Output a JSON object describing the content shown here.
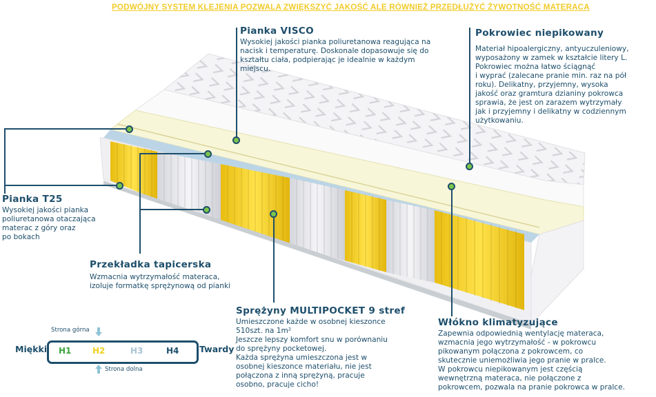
{
  "banner": "PODWÓJNY SYSTEM KLEJENIA POZWALA ZWIĘKSZYĆ JAKOŚĆ ALE RÓWNIEŻ PRZEDŁUŻYĆ ŻYWOTNOŚĆ MATERACA",
  "colors": {
    "text": "#1d4e6b",
    "banner": "#f2cb2a",
    "dot": "#7cc44b",
    "spring_yellow": "#f1cf1e",
    "spring_white": "#e6e6ea",
    "h1": "#3aa33a",
    "h2": "#f1cf1e",
    "h3": "#a9c3d2",
    "h4": "#1d4e6b"
  },
  "features": {
    "visco": {
      "title": "Pianka VISCO",
      "text": "Wysokiej jakości pianka poliuretanowa reagująca na\nnacisk i temperaturę. Doskonale dopasowuje się do\nkształtu ciała, podpierając je idealnie w każdym\nmiejscu."
    },
    "cover": {
      "title": "Pokrowiec niepikowany",
      "text": "Materiał hipoalergiczny, antyuczuleniowy,\nwyposażony w zamek w kształcie litery L.\nPokrowiec można łatwo ściągnąć\ni wyprać (zalecane pranie min. raz na pół\nroku). Delikatny, przyjemny, wysoka\njakość oraz gramtura dzianiny pokrowca\nsprawia, że jest on zarazem wytrzymały\njak i przyjemny i delikatny w codziennym\nużytkowaniu."
    },
    "t25": {
      "title": "Pianka T25",
      "text": "Wysokiej jakości pianka\npoliuretanowa otaczająca\nmaterac z góry oraz\npo bokach"
    },
    "padding": {
      "title": "Przekładka tapicerska",
      "text": "Wzmacnia wytrzymałość materaca,\nizoluje formatkę sprężynową od pianki"
    },
    "springs": {
      "title": "Sprężyny MULTIPOCKET 9 stref",
      "text": "Umieszczone każde w osobnej kieszonce\n510szt. na 1m²\nJeszcze lepszy komfort snu w porównaniu\ndo sprężyny pocketowej.\nKażda sprężyna umieszczona jest w\nosobnej kieszonce materiału, nie jest\npołączona z inną sprężyną, pracuje\nosobno, pracuje cicho!"
    },
    "fiber": {
      "title": "Włókno klimatyzujące",
      "text": "Zapewnia odpowiednią wentylację materaca,\nwzmacnia jego wytrzymałość - w pokrowcu\npikowanym połączona z pokrowcem, co\nskutecznie uniemożliwia jego pranie w pralce.\nW pokrowcu niepikowanym jest częścią\nwewnętrzną materaca, nie połączone z\npokrowcem, pozwala na pranie pokrowca w pralce."
    }
  },
  "hardness": {
    "soft_label": "Miękki",
    "hard_label": "Twardy",
    "top_side": "Strona górna",
    "bottom_side": "Strona dolna",
    "levels": [
      "H1",
      "H2",
      "H3",
      "H4"
    ]
  }
}
